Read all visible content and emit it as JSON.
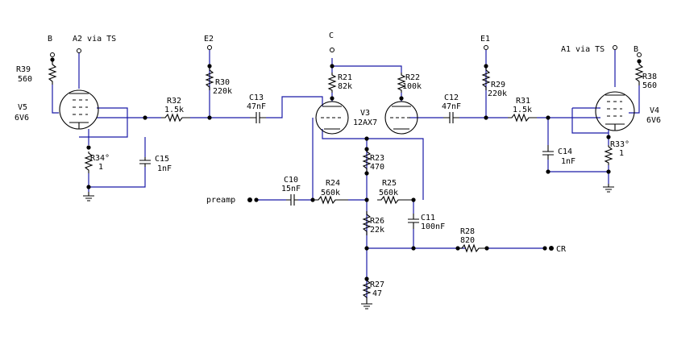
{
  "labels": {
    "b_left": "B",
    "a2": "A2 via TS",
    "e2": "E2",
    "c": "C",
    "e1": "E1",
    "a1": "A1 via TS",
    "b_right": "B",
    "r39_name": "R39",
    "r39_val": "560",
    "v5_name": "V5",
    "v5_type": "6V6",
    "r32_name": "R32",
    "r32_val": "1.5k",
    "r30_name": "R30",
    "r30_val": "220k",
    "c13_name": "C13",
    "c13_val": "47nF",
    "r21_name": "R21",
    "r21_val": "82k",
    "r22_name": "R22",
    "r22_val": "100k",
    "v3_name": "V3",
    "v3_type": "12AX7",
    "c12_name": "C12",
    "c12_val": "47nF",
    "r29_name": "R29",
    "r29_val": "220k",
    "r31_name": "R31",
    "r31_val": "1.5k",
    "r38_name": "R38",
    "r38_val": "560",
    "v4_name": "V4",
    "v4_type": "6V6",
    "r34_name": "R34°",
    "r34_val": "1",
    "c15_name": "C15",
    "c15_val": "1nF",
    "r33_name": "R33°",
    "r33_val": "1",
    "c14_name": "C14",
    "c14_val": "1nF",
    "r23_name": "R23",
    "r23_val": "470",
    "c10_name": "C10",
    "c10_val": "15nF",
    "r24_name": "R24",
    "r24_val": "560k",
    "r25_name": "R25",
    "r25_val": "560k",
    "preamp": "preamp",
    "c11_name": "C11",
    "c11_val": "100nF",
    "r26_name": "R26",
    "r26_val": "22k",
    "r28_name": "R28",
    "r28_val": "820",
    "cr": "CR",
    "r27_name": "R27",
    "r27_val": "47"
  },
  "colors": {
    "wire": "#1a1aa8",
    "component": "#000000"
  }
}
